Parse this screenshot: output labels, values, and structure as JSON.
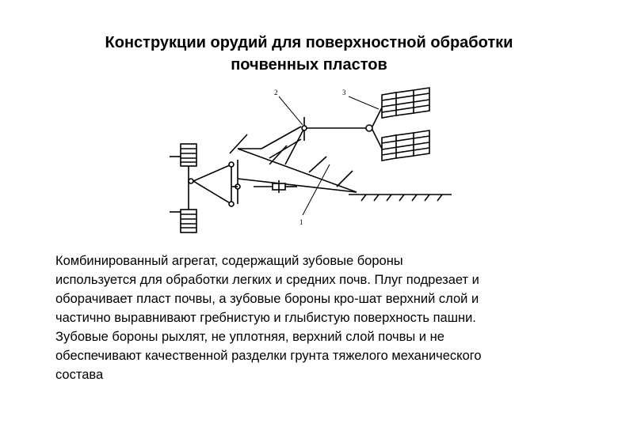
{
  "title": {
    "line1": "Конструкции орудий для поверхностной обработки",
    "line2": "почвенных пластов"
  },
  "diagram": {
    "labels": [
      "2",
      "3",
      "1"
    ]
  },
  "body": {
    "lines": [
      "Комбинированный агрегат, содержащий зубовые бороны",
      "используется для обработки легких и средних почв. Плуг подрезает и",
      "оборачивает пласт почвы, а зубовые бороны кро-шат верхний слой и",
      "частично выравнивают гребнистую и глыбистую поверхность пашни.",
      "Зубовые бороны рыхлят, не уплотняя, верхний слой почвы и не",
      "обеспечивают качественной разделки грунта тяжелого механического",
      "состава"
    ]
  }
}
